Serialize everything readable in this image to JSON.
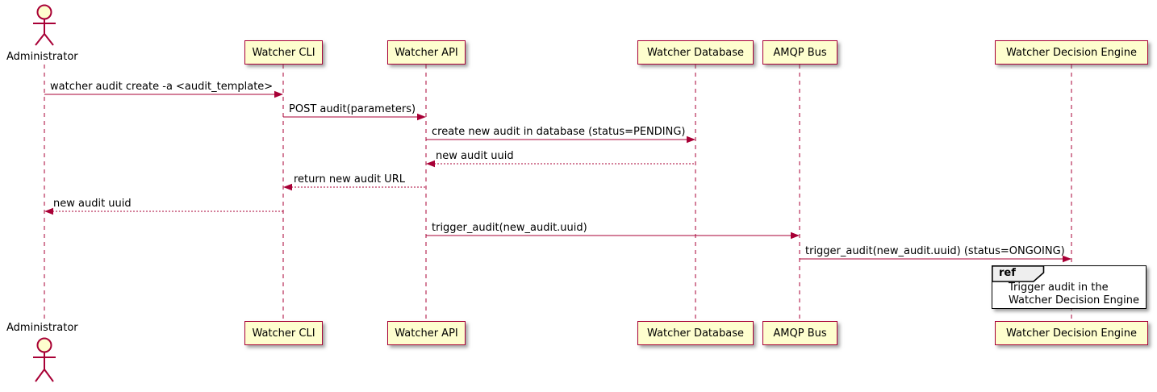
{
  "diagram": {
    "type": "uml-sequence-diagram",
    "actor": {
      "name": "Administrator"
    },
    "participants": [
      {
        "label": "Watcher CLI"
      },
      {
        "label": "Watcher API"
      },
      {
        "label": "Watcher Database"
      },
      {
        "label": "AMQP Bus"
      },
      {
        "label": "Watcher Decision Engine"
      }
    ],
    "messages": [
      {
        "from": "Administrator",
        "to": "Watcher CLI",
        "label": "watcher audit create -a <audit_template>",
        "style": "solid"
      },
      {
        "from": "Watcher CLI",
        "to": "Watcher API",
        "label": "POST audit(parameters)",
        "style": "solid"
      },
      {
        "from": "Watcher API",
        "to": "Watcher Database",
        "label": "create new audit in database (status=PENDING)",
        "style": "solid"
      },
      {
        "from": "Watcher Database",
        "to": "Watcher API",
        "label": "new audit uuid",
        "style": "dashed"
      },
      {
        "from": "Watcher API",
        "to": "Watcher CLI",
        "label": "return new audit URL",
        "style": "dashed"
      },
      {
        "from": "Watcher CLI",
        "to": "Administrator",
        "label": "new audit uuid",
        "style": "dashed"
      },
      {
        "from": "Watcher API",
        "to": "AMQP Bus",
        "label": "trigger_audit(new_audit.uuid)",
        "style": "solid"
      },
      {
        "from": "AMQP Bus",
        "to": "Watcher Decision Engine",
        "label": "trigger_audit(new_audit.uuid) (status=ONGOING)",
        "style": "solid"
      }
    ],
    "ref": {
      "keyword": "ref",
      "text_lines": [
        "Trigger audit in the",
        "Watcher Decision Engine"
      ]
    },
    "colors": {
      "participant_fill": "#FEFECE",
      "line": "#A80036",
      "text": "#000000",
      "ref_border": "#000000",
      "ref_header_fill": "#EEEEEE",
      "background": "#FFFFFF"
    }
  }
}
